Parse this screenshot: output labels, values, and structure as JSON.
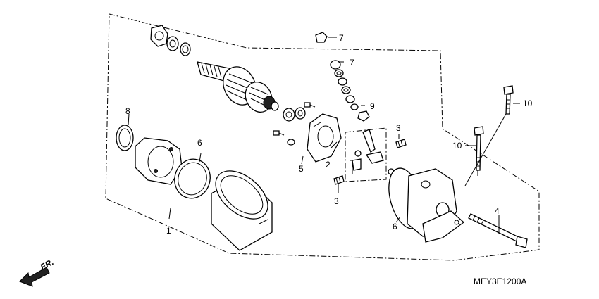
{
  "diagram_code": "MEY3E1200A",
  "direction_label": "FR.",
  "callouts": {
    "c1": "1",
    "c2": "2",
    "c3a": "3",
    "c3b": "3",
    "c4": "4",
    "c5": "5",
    "c6a": "6",
    "c6b": "6",
    "c7a": "7",
    "c7b": "7",
    "c8": "8",
    "c9": "9",
    "c10a": "10",
    "c10b": "10"
  }
}
